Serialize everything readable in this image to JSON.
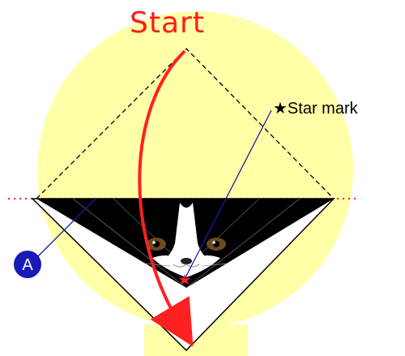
{
  "diagram": {
    "title": "Start",
    "star_label": "★Star mark",
    "badge_label": "A"
  },
  "colors": {
    "background": "#ffffff",
    "circle_fill": "#ffffa8",
    "arrow": "#ff2020",
    "leader_line": "#1a1aa8",
    "badge": "#1a1ab8",
    "dashed": "#000000",
    "fold_line": "#ff2020"
  },
  "icons": {
    "star": "red-star-icon",
    "cat": "cat-face-icon",
    "badge": "a-badge-icon"
  }
}
